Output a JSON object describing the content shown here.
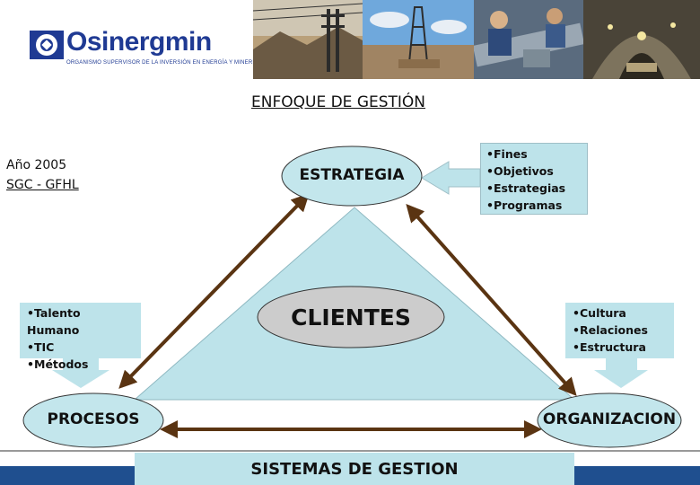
{
  "header": {
    "logo_name": "Osinergmin",
    "logo_tagline": "ORGANISMO SUPERVISOR DE LA INVERSIÓN EN ENERGÍA Y MINERÍA",
    "photos": [
      "power-lines-photo",
      "drilling-rig-photo",
      "pipeline-workers-photo",
      "mine-tunnel-photo"
    ]
  },
  "title": "ENFOQUE DE GESTIÓN",
  "year_info": [
    "Año 2005",
    "SGC - GFHL"
  ],
  "nodes": {
    "estrategia": "ESTRATEGIA",
    "clientes": "CLIENTES",
    "procesos": "PROCESOS",
    "organizacion": "ORGANIZACION"
  },
  "boxes": {
    "estrategia_items": [
      "Fines",
      "Objetivos",
      "Estrategias",
      "Programas"
    ],
    "procesos_items": [
      "Talento Humano",
      "TIC",
      "Métodos"
    ],
    "organizacion_items": [
      "Cultura",
      "Relaciones",
      "Estructura"
    ]
  },
  "footer": {
    "label": "SISTEMAS DE GESTION"
  },
  "colors": {
    "box_fill": "#bde3ea",
    "triangle_fill": "#bde3ea",
    "ellipse_fill": "#c3e6ec",
    "arrow": "#5a3412",
    "footer_bar": "#1f4f8f",
    "logo": "#1f3a93"
  }
}
